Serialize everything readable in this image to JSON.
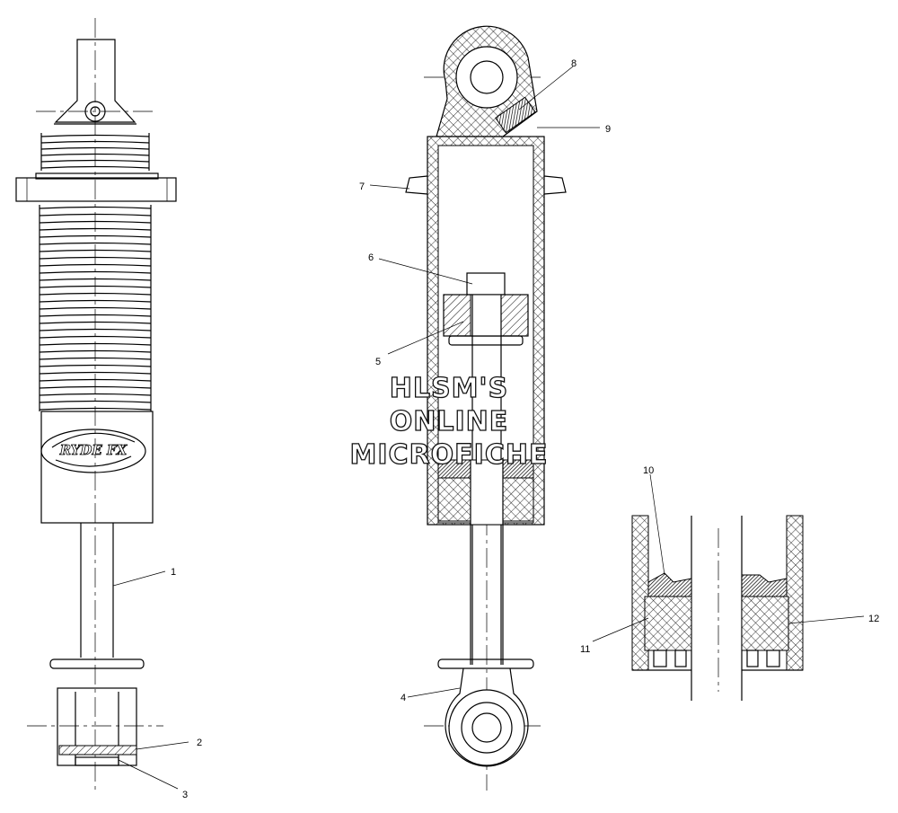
{
  "callouts": {
    "c1": "1",
    "c2": "2",
    "c3": "3",
    "c4": "4",
    "c5": "5",
    "c6": "6",
    "c7": "7",
    "c8": "8",
    "c9": "9",
    "c10": "10",
    "c11": "11",
    "c12": "12"
  },
  "watermark": {
    "line1": "HLSM'S",
    "line2": "ONLINE",
    "line3": "MICROFICHE"
  },
  "logo_text": "RYDE FX"
}
